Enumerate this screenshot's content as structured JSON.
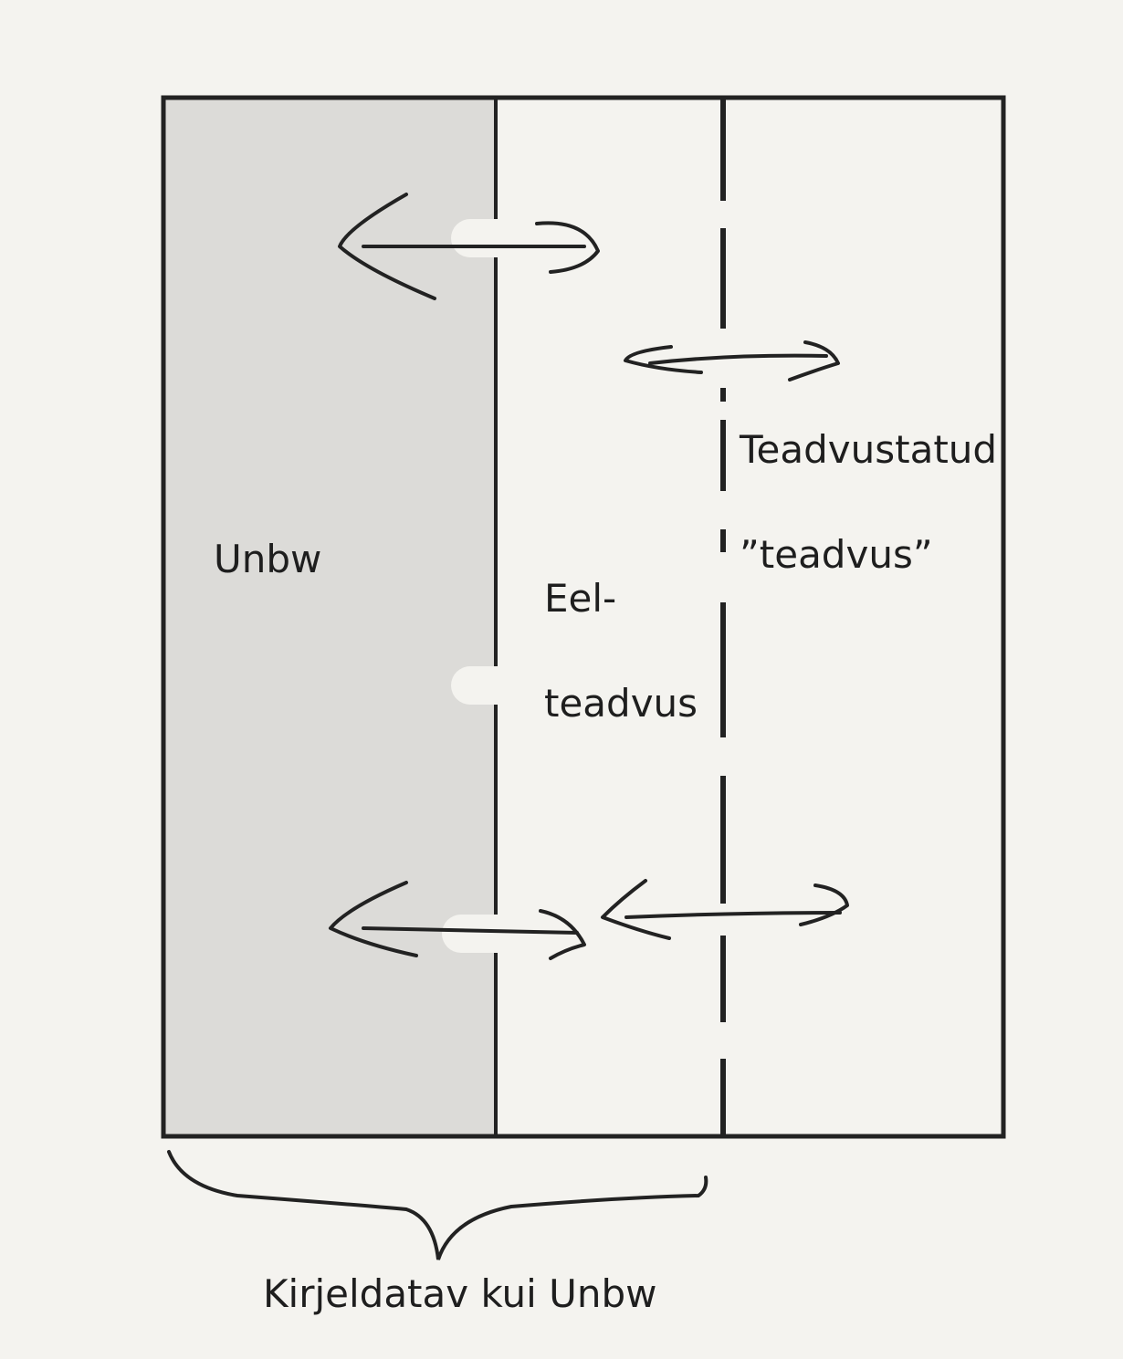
{
  "labels": {
    "unconscious": "Unbw",
    "preconscious_line1": "Eel-",
    "preconscious_line2": "teadvus",
    "conscious_line1": "Teadvustatud",
    "conscious_line2": "”teadvus”",
    "brace_caption": "Kirjeldatav kui Unbw"
  },
  "colors": {
    "background": "#f4f3ef",
    "unconscious_fill": "#dcdbd8",
    "stroke": "#222222"
  }
}
